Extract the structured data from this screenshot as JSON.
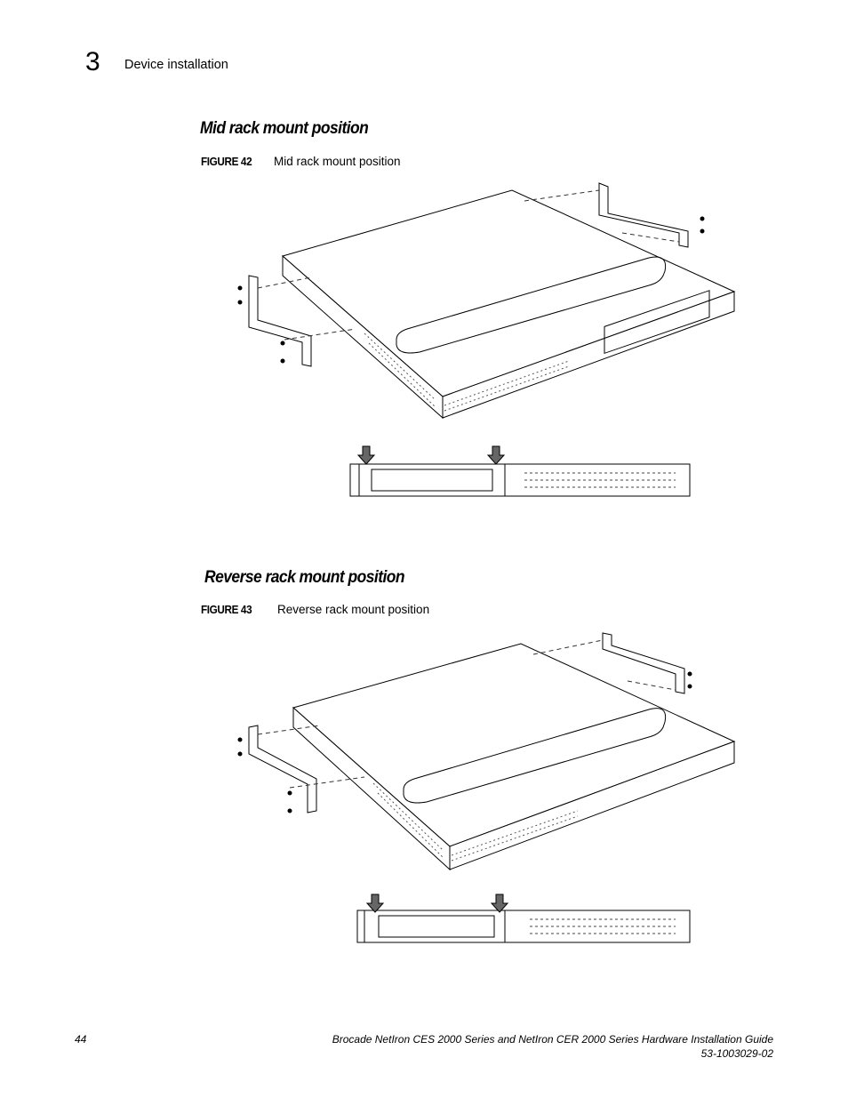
{
  "header": {
    "chapter_number": "3",
    "chapter_title": "Device installation"
  },
  "sections": [
    {
      "title": "Mid rack mount position",
      "figure_label": "FIGURE 42",
      "figure_caption": "Mid rack mount position"
    },
    {
      "title": "Reverse rack mount position",
      "figure_label": "FIGURE 43",
      "figure_caption": "Reverse rack mount position"
    }
  ],
  "footer": {
    "page_number": "44",
    "book_title": "Brocade NetIron CES 2000 Series and NetIron CER 2000 Series Hardware Installation Guide",
    "doc_number": "53-1003029-02"
  }
}
